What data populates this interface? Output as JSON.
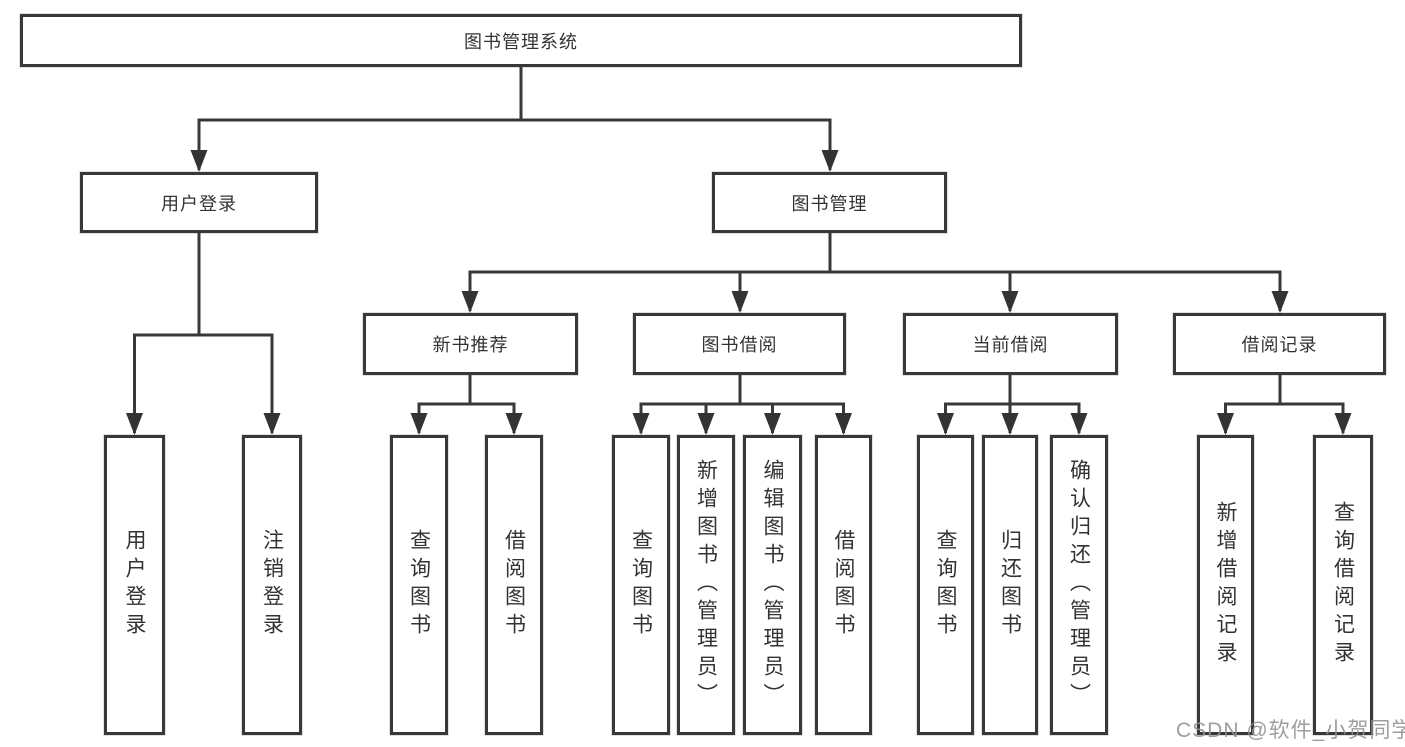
{
  "tree": {
    "root": {
      "label": "图书管理系统"
    },
    "level2": [
      {
        "label": "用户登录"
      },
      {
        "label": "图书管理"
      }
    ],
    "level3": [
      {
        "label": "新书推荐"
      },
      {
        "label": "图书借阅"
      },
      {
        "label": "当前借阅"
      },
      {
        "label": "借阅记录"
      }
    ],
    "leaves": [
      [
        "用户登录",
        "注销登录"
      ],
      [
        "查询图书",
        "借阅图书"
      ],
      [
        "查询图书",
        "新增图书（管理员）",
        "编辑图书（管理员）",
        "借阅图书"
      ],
      [
        "查询图书",
        "归还图书",
        "确认归还（管理员）"
      ],
      [
        "新增借阅记录",
        "查询借阅记录"
      ]
    ]
  },
  "watermark": {
    "text": "CSDN @软件_小贺同学"
  },
  "colors": {
    "line": "#383838",
    "arrow": "#333333",
    "text": "#333333",
    "watermark": "#919191",
    "background": "#ffffff"
  }
}
